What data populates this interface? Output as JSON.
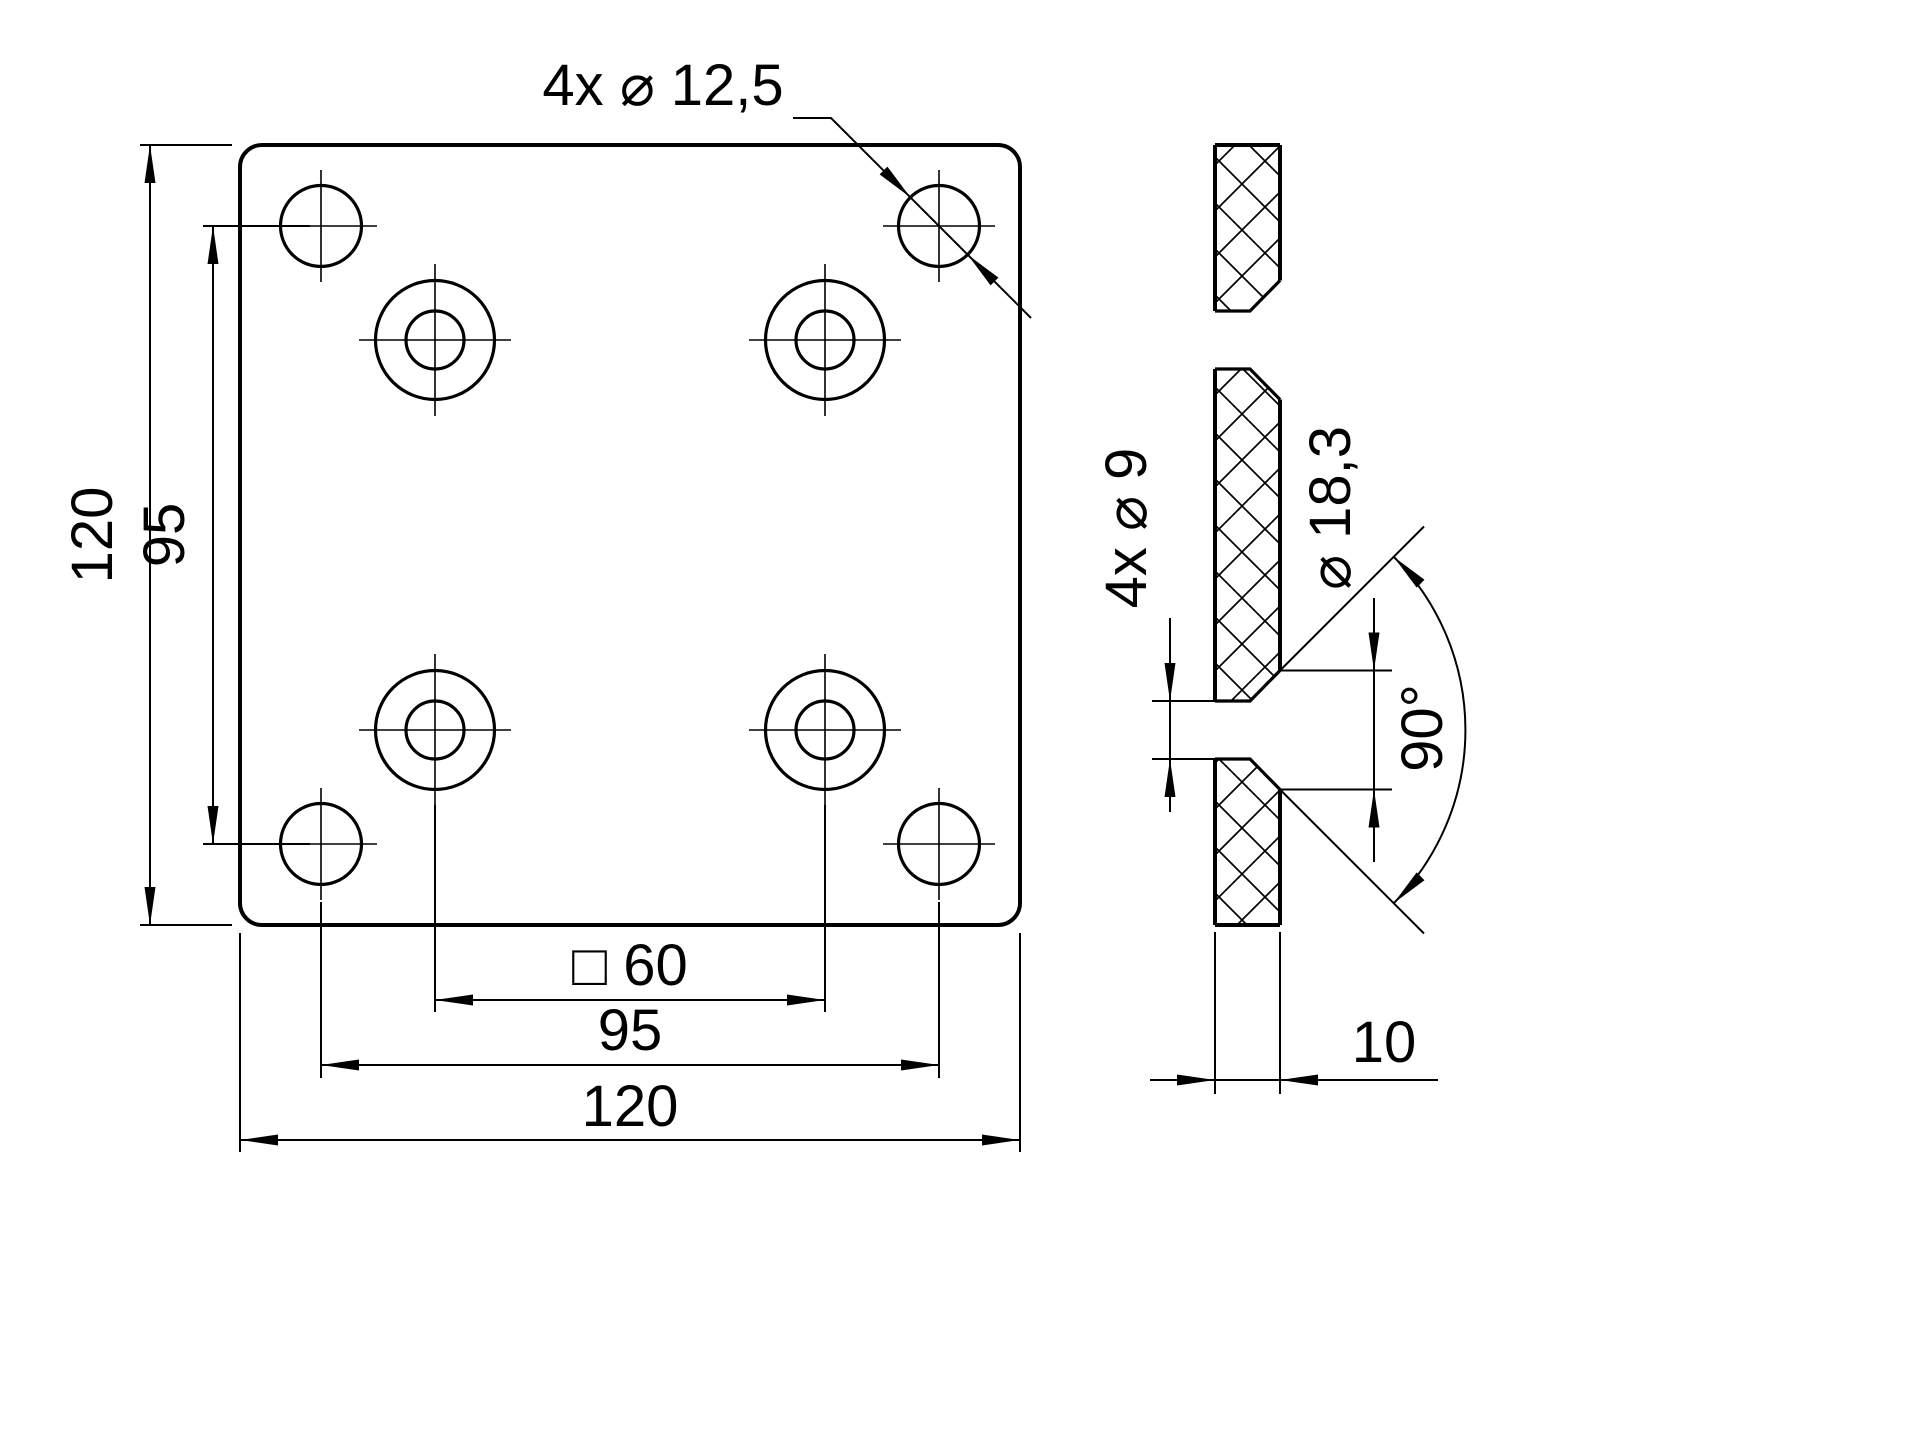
{
  "drawing": {
    "labels": {
      "corner_holes_callout": "4x ⌀ 12,5",
      "overall_height": "120",
      "hole_spacing_vertical": "95",
      "inner_hole_spacing": "□ 60",
      "corner_hole_spacing": "95",
      "overall_width": "120",
      "bore_callout": "4x ⌀ 9",
      "countersink_diameter": "⌀ 18,3",
      "countersink_angle": "90°",
      "plate_thickness": "10"
    },
    "colors": {
      "line": "#000000",
      "background": "#ffffff"
    }
  }
}
